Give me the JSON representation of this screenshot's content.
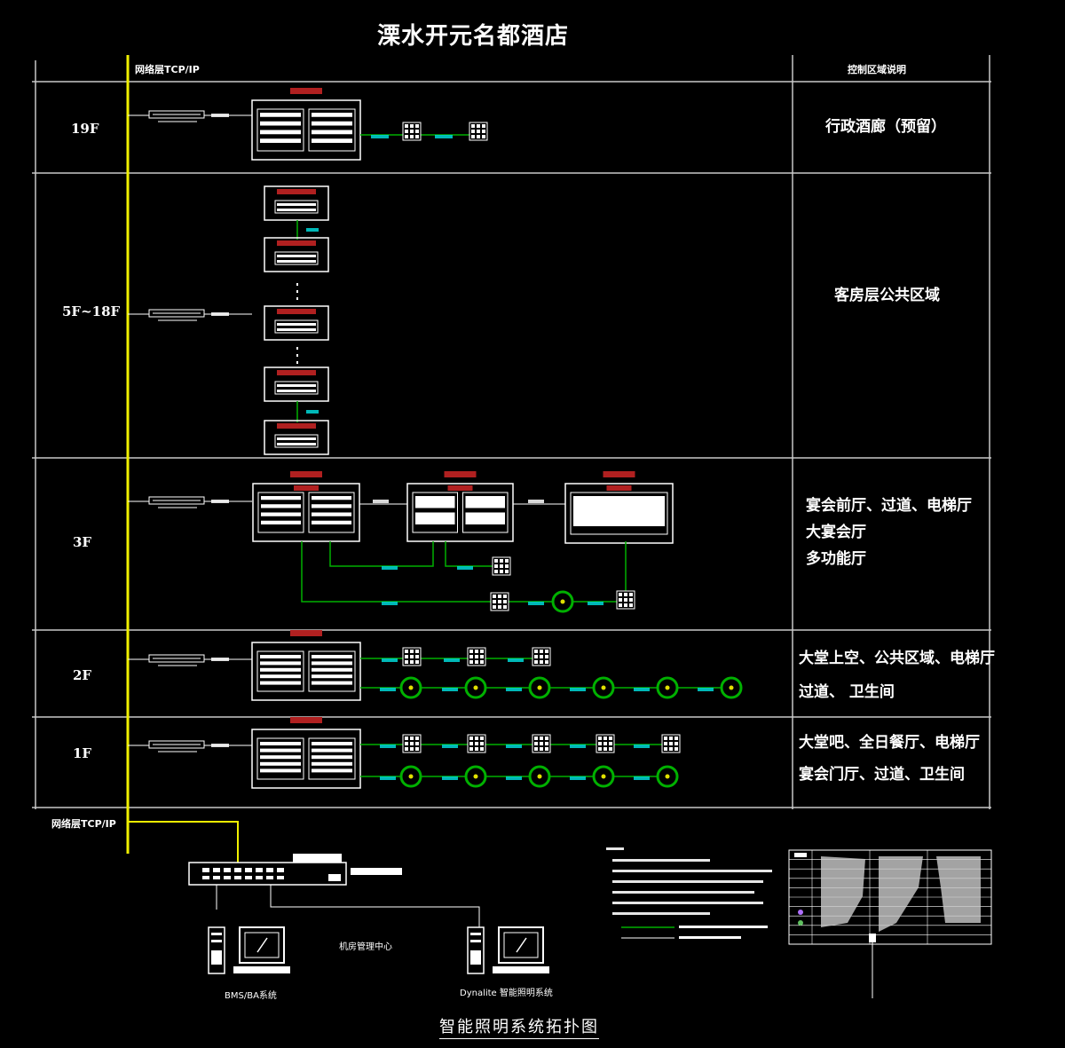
{
  "title": "溧水开元名都酒店",
  "header": {
    "network_label": "网络层TCP/IP",
    "control_area_label": "控制区域说明"
  },
  "floors": [
    {
      "label": "19F",
      "desc": [
        "行政酒廊（预留）"
      ]
    },
    {
      "label": "5F~18F",
      "desc": [
        "客房层公共区域"
      ]
    },
    {
      "label": "3F",
      "desc": [
        "宴会前厅、过道、电梯厅",
        "大宴会厅",
        "多功能厅"
      ]
    },
    {
      "label": "2F",
      "desc": [
        "大堂上空、公共区域、电梯厅",
        "过道、 卫生间"
      ]
    },
    {
      "label": "1F",
      "desc": [
        "大堂吧、全日餐厅、电梯厅",
        "宴会门厅、过道、卫生间"
      ]
    }
  ],
  "bottom": {
    "network_label": "网络层TCP/IP",
    "control_center_label": "机房管理中心",
    "bms_label": "BMS/BA系统",
    "dynalite_label": "Dynalite 智能照明系统",
    "diagram_title": "智能照明系统拓扑图"
  },
  "colors": {
    "background": "#000000",
    "frame_line": "#c8c8c8",
    "backbone": "#f0f000",
    "bus_line": "#00b000",
    "panel_header": "#b02020",
    "cable_label": "#00d8d8",
    "device": "#ffffff"
  }
}
